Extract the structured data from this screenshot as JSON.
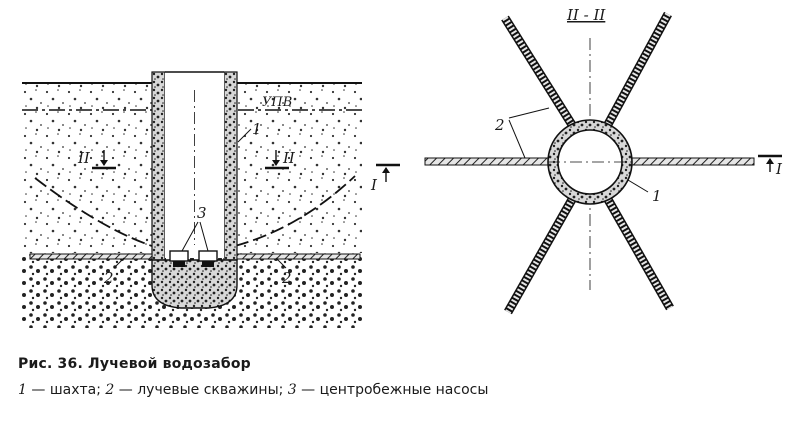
{
  "figure": {
    "section_title": "II - II",
    "water_level_label": "УПВ",
    "section_mark_left": "II",
    "section_mark_right": "II",
    "section_mark_cut_left": "I",
    "section_mark_cut_right": "I",
    "callout_1": "1",
    "callout_2": "2",
    "callout_3": "3"
  },
  "caption": {
    "title": "Рис. 36. Лучевой водозабор",
    "legend": [
      {
        "num": "1",
        "text": " — шахта; "
      },
      {
        "num": "2",
        "text": " — лучевые скважины; "
      },
      {
        "num": "3",
        "text": " — центробежные насосы"
      }
    ]
  }
}
